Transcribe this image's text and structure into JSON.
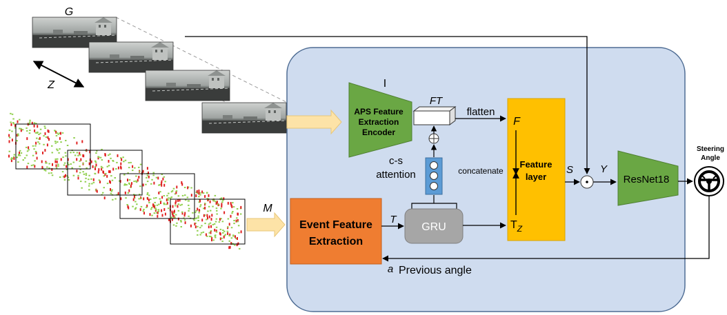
{
  "labels": {
    "g": "G",
    "z": "Z",
    "m": "M",
    "i": "I",
    "ft": "FT",
    "flatten": "flatten",
    "f": "F",
    "t": "T",
    "tz_main": "T",
    "tz_sub": "Z",
    "s": "S",
    "y": "Y",
    "a": "a",
    "previous_angle": "Previous angle",
    "cs_attention_1": "c-s",
    "cs_attention_2": "attention",
    "concatenate": "concatenate",
    "odot": "⊙",
    "oplus": "+"
  },
  "blocks": {
    "aps_line1": "APS Feature",
    "aps_line2": "Extraction",
    "aps_line3": "Encoder",
    "event_line1": "Event Feature",
    "event_line2": "Extraction",
    "gru": "GRU",
    "feature_line1": "Feature",
    "feature_line2": "layer",
    "resnet": "ResNet18",
    "steering_line1": "Steering",
    "steering_line2": "Angle"
  },
  "colors": {
    "panel_fill": "#cfdcef",
    "panel_stroke": "#4e6c93",
    "green_block": "#6aa744",
    "orange_block": "#ef7d31",
    "gray_block": "#a6a6a6",
    "yellow_block": "#ffc000",
    "blue_attention": "#5b9bd5",
    "arrow_fill": "#fde3a7",
    "event_green": "#92d050",
    "event_red": "#e02020"
  }
}
